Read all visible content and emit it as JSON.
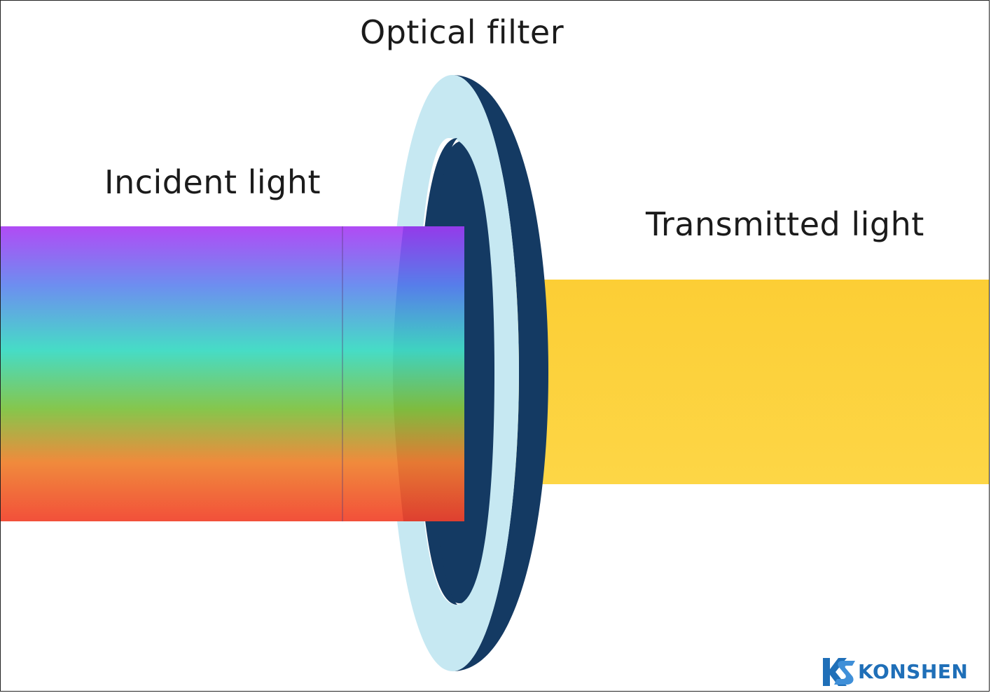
{
  "labels": {
    "optical_filter": "Optical filter",
    "incident_light": "Incident light",
    "transmitted_light": "Transmitted light"
  },
  "brand": {
    "logo_letters": "KS",
    "name": "KONSHEN",
    "color": "#1f6fb8"
  },
  "colors": {
    "filter_face": "#c6e8f2",
    "filter_edge": "#143a63",
    "transmitted_beam": "#fdd23c",
    "incident_spectrum": [
      "#b14bf5",
      "#6d8ef0",
      "#46dcc6",
      "#86c64c",
      "#f08a3c",
      "#f2503a"
    ]
  }
}
